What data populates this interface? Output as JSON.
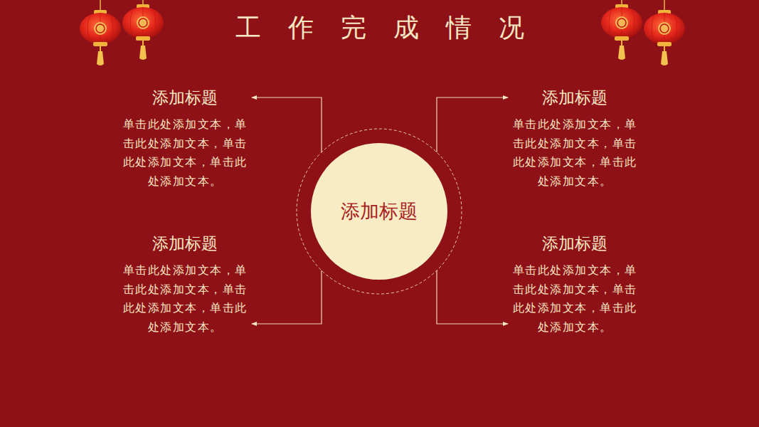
{
  "diagram": {
    "title": "工作完成情况",
    "nodes": [
      {
        "text": [
          "添加标题",
          "单击此处添加文本，单击此处添加文本，单击此处添加文本，单击此处添加文本。"
        ]
      },
      {
        "text": [
          "添加标题",
          "单击此处添加文本，单击此处添加文本，单击此处添加文本，单击此处添加文本。"
        ]
      },
      {
        "text": [
          "添加标题"
        ]
      },
      {
        "text": [
          "添加标题",
          "单击此处添加文本，单击此处添加文本，单击此处添加文本，单击此处添加文本。"
        ]
      },
      {
        "text": [
          "添加标题",
          "单击此处添加文本，单击此处添加文本，单击此处添加文本，单击此处添加文本。"
        ]
      }
    ],
    "edges": [
      {
        "from": 2,
        "to": 0,
        "arrow": "to"
      },
      {
        "from": 2,
        "to": 1,
        "arrow": "to"
      },
      {
        "from": 2,
        "to": 3,
        "arrow": "to"
      },
      {
        "from": 2,
        "to": 4,
        "arrow": "to"
      }
    ]
  }
}
